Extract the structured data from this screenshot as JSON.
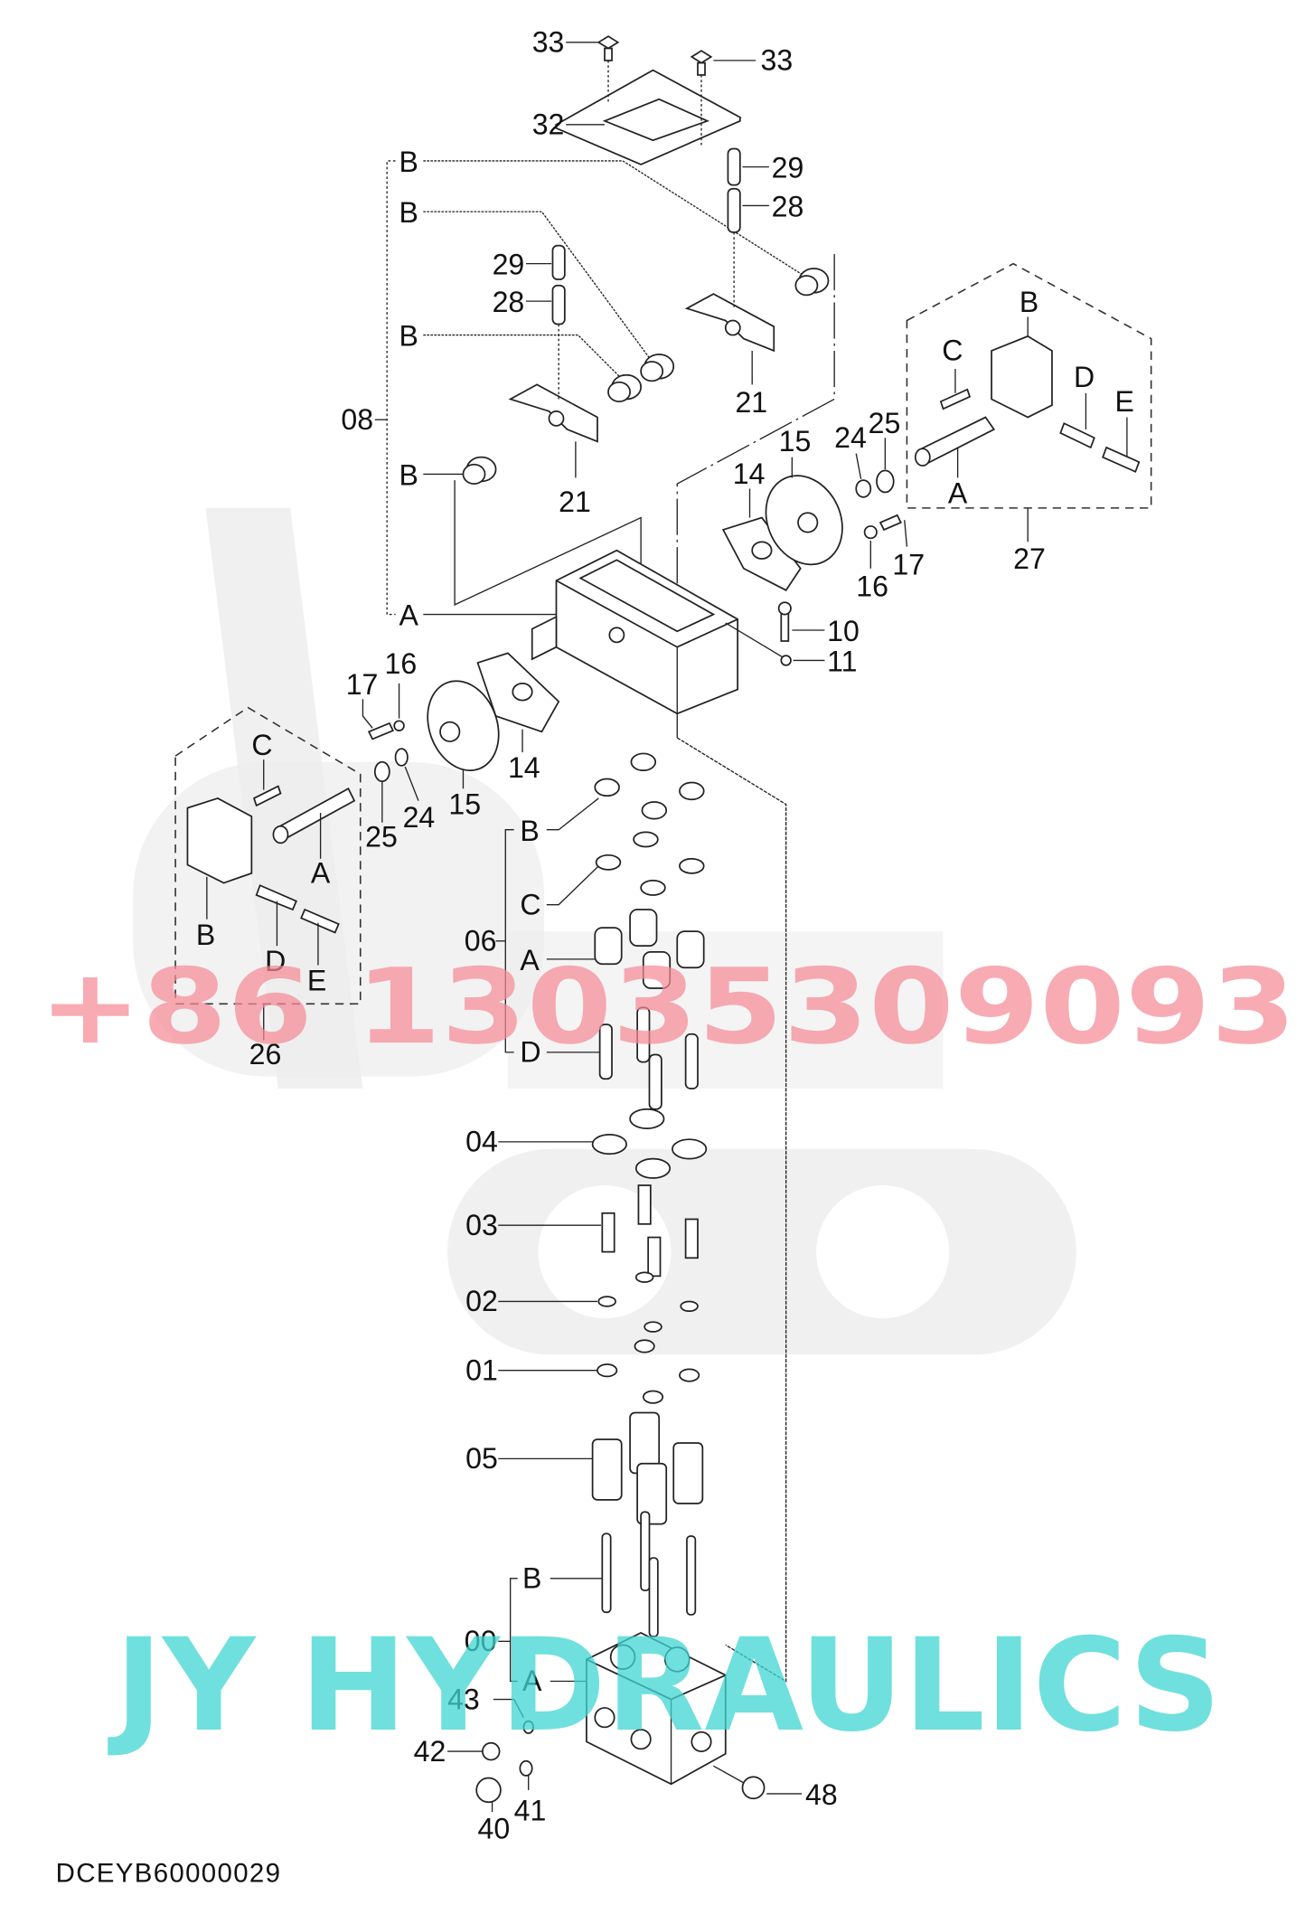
{
  "diagram": {
    "type": "exploded-parts-diagram",
    "drawing_code": "DCEYB60000029",
    "watermarks": {
      "phone": "+86 13035309093",
      "brand": "JY HYDRAULICS",
      "phone_color": "#f58a95",
      "brand_color": "#3fd6d2"
    },
    "top_cover": {
      "bolt_left": "33",
      "bolt_right": "33",
      "plate": "32"
    },
    "cam_group": {
      "group_label": "08",
      "sub_labels": [
        "B",
        "B",
        "B",
        "B",
        "A"
      ],
      "pin_upper_left_29": "29",
      "pin_upper_left_28": "28",
      "pin_right_29": "29",
      "pin_right_28": "28",
      "cam_left": "21",
      "cam_right": "21"
    },
    "right_assembly": {
      "group_label": "27",
      "labels": {
        "a": "A",
        "b": "B",
        "c": "C",
        "d": "D",
        "e": "E"
      },
      "gasket": "14",
      "plate": "15",
      "oring_24": "24",
      "oring_25": "25",
      "washer": "16",
      "screw": "17"
    },
    "left_assembly": {
      "group_label": "26",
      "labels": {
        "a": "A",
        "b": "B",
        "c": "C",
        "d": "D",
        "e": "E"
      },
      "gasket": "14",
      "plate": "15",
      "oring_24": "24",
      "oring_25": "25",
      "washer": "16",
      "screw": "17"
    },
    "casing": {
      "bolt": "10",
      "washer": "11"
    },
    "plunger_group": {
      "group_label": "06",
      "sub_labels": {
        "b": "B",
        "c": "C",
        "a": "A",
        "d": "D"
      }
    },
    "stack": {
      "shim": "04",
      "spring_small": "03",
      "washer_02": "02",
      "washer_01": "01",
      "spring_large": "05"
    },
    "body_group": {
      "group_label": "00",
      "sub_labels": {
        "b": "B",
        "a": "A"
      },
      "oring_43": "43",
      "plug_42": "42",
      "plug_40": "40",
      "oring_41": "41",
      "plug_48": "48"
    }
  }
}
